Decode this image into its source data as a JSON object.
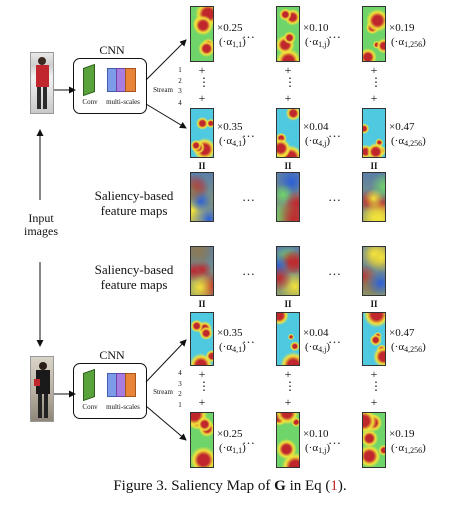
{
  "labels": {
    "cnn_top": "CNN",
    "cnn_bottom": "CNN",
    "conv": "Conv",
    "multiscales": "multi-scales",
    "stream": "Stream",
    "input_images": "Input\nimages",
    "saliency_top": "Saliency-based\nfeature maps",
    "saliency_bottom": "Saliency-based\nfeature maps",
    "equal": "II",
    "ellipsis": "…",
    "plus": "+",
    "vdots": "⋮"
  },
  "stream_numbers_top": [
    "1",
    "2",
    "3",
    "4"
  ],
  "stream_numbers_bottom": [
    "4",
    "3",
    "2",
    "1"
  ],
  "row_top1": [
    {
      "w": "×0.25",
      "a": "α",
      "s": "1,1"
    },
    {
      "w": "×0.10",
      "a": "α",
      "s": "1,j"
    },
    {
      "w": "×0.19",
      "a": "α",
      "s": "1,256"
    }
  ],
  "row_top4": [
    {
      "w": "×0.35",
      "a": "α",
      "s": "4,1"
    },
    {
      "w": "×0.04",
      "a": "α",
      "s": "4,j"
    },
    {
      "w": "×0.47",
      "a": "α",
      "s": "4,256"
    }
  ],
  "row_bot4": [
    {
      "w": "×0.35",
      "a": "α",
      "s": "4,1"
    },
    {
      "w": "×0.04",
      "a": "α",
      "s": "4,j"
    },
    {
      "w": "×0.47",
      "a": "α",
      "s": "4,256"
    }
  ],
  "row_bot1": [
    {
      "w": "×0.25",
      "a": "α",
      "s": "1,1"
    },
    {
      "w": "×0.10",
      "a": "α",
      "s": "1,j"
    },
    {
      "w": "×0.19",
      "a": "α",
      "s": "1,256"
    }
  ],
  "caption": {
    "prefix": "Figure 3. Saliency Map of ",
    "bold": "G",
    "middle": " in Eq (",
    "ref": "1",
    "suffix": ")."
  },
  "colors": {
    "heat_red": "#c0272d",
    "heat_yellow": "#f2e23a",
    "heat_green": "#6fd46a",
    "heat_cyan": "#4fc9e0",
    "heat_blue": "#2c5fd8",
    "conv_green": "#5aa33c",
    "ms_blue": "#7d9be8",
    "ms_purple": "#a77de0",
    "ms_orange": "#e8843a"
  }
}
